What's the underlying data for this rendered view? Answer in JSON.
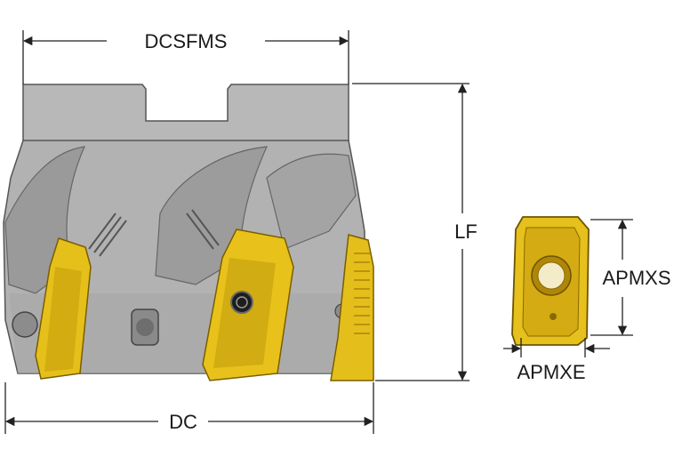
{
  "dimensions": {
    "dcsfms": "DCSFMS",
    "dc": "DC",
    "lf": "LF",
    "apmxs": "APMXS",
    "apmxe": "APMXE"
  },
  "colors": {
    "body_gray": "#b4b4b4",
    "body_dark": "#8c8c8c",
    "insert_yellow": "#e8c21a",
    "insert_dark": "#b08a08",
    "line": "#222222"
  }
}
